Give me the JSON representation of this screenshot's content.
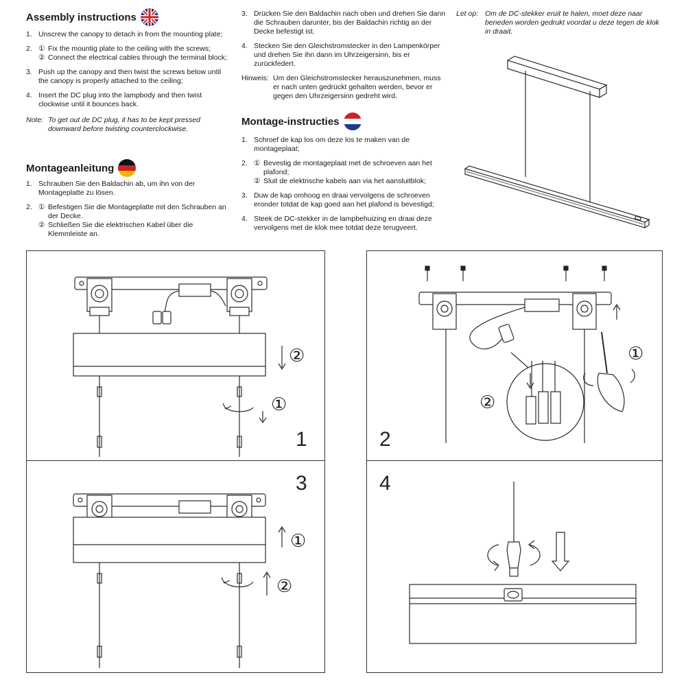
{
  "en": {
    "heading": "Assembly instructions",
    "items": [
      {
        "num": "1.",
        "text": "Unscrew the canopy to detach in from the mounting plate;"
      },
      {
        "num": "2.",
        "sub1": "Fix the mountig plate to the ceiling with the screws;",
        "sub2": "Connect the electrical cables through the terminal block;"
      },
      {
        "num": "3.",
        "text": "Push up the canopy and then twist the screws below until the canopy is properly attached to the ceiling;"
      },
      {
        "num": "4.",
        "text": "Insert the DC plug into the lampbody and then twist clockwise until it bounces back."
      }
    ],
    "note_label": "Note:",
    "note_text": "To get out de DC plug, it has to be kept pressed downward before twisting counterclockwise."
  },
  "de": {
    "heading": "Montageanleitung",
    "items": [
      {
        "num": "1.",
        "text": "Schrauben Sie den Baldachin ab, um ihn von der Montageplatte zu lösen."
      },
      {
        "num": "2.",
        "sub1": "Befestigen Sie die Montageplatte mit den Schrauben an der Decke.",
        "sub2": "Schließen Sie die elektrischen Kabel über die Klemmleiste an."
      },
      {
        "num": "3.",
        "text": "Drücken Sie den Baldachin nach oben und drehen Sie dann die Schrauben darunter, bis der Baldachin richtig an der Decke befestigt ist."
      },
      {
        "num": "4.",
        "text": "Stecken Sie den Gleichstromstecker in den Lampenkörper und drehen Sie ihn dann im Uhrzeigersinn, bis er zurückfedert."
      }
    ],
    "note_label": "Hinweis:",
    "note_text": "Um den Gleichstromstecker herauszunehmen, muss er nach unten gedrückt gehalten werden, bevor er gegen den Uhrzeigersinn gedreht wird."
  },
  "nl": {
    "heading": "Montage-instructies",
    "items": [
      {
        "num": "1.",
        "text": "Schroef de kap los om deze los te maken van de montageplaat;"
      },
      {
        "num": "2.",
        "sub1": "Bevestig de montageplaat met de schroeven aan het plafond;",
        "sub2": "Sluit de elektrische kabels aan via het aansluitblok;"
      },
      {
        "num": "3.",
        "text": "Duw de kap omhoog en draai vervolgens de schroeven eronder totdat de kap goed aan het plafond is bevestigd;"
      },
      {
        "num": "4.",
        "text": "Steek de DC-stekker in de lampbehuizing en draai deze vervolgens met de klok mee totdat deze terugveert."
      }
    ],
    "note_label": "Let op:",
    "note_text": "Om de DC-stekker eruit te halen, moet deze naar beneden worden gedrukt voordat u deze tegen de klok in draait."
  },
  "circled": {
    "one": "①",
    "two": "②"
  },
  "steps": {
    "s1": "1",
    "s2": "2",
    "s3": "3",
    "s4": "4"
  },
  "colors": {
    "line": "#2a2a2a",
    "panel_border": "#333333",
    "flag_red": "#cc2229",
    "flag_blue": "#1e3a8a",
    "flag_gold": "#f2b705"
  }
}
